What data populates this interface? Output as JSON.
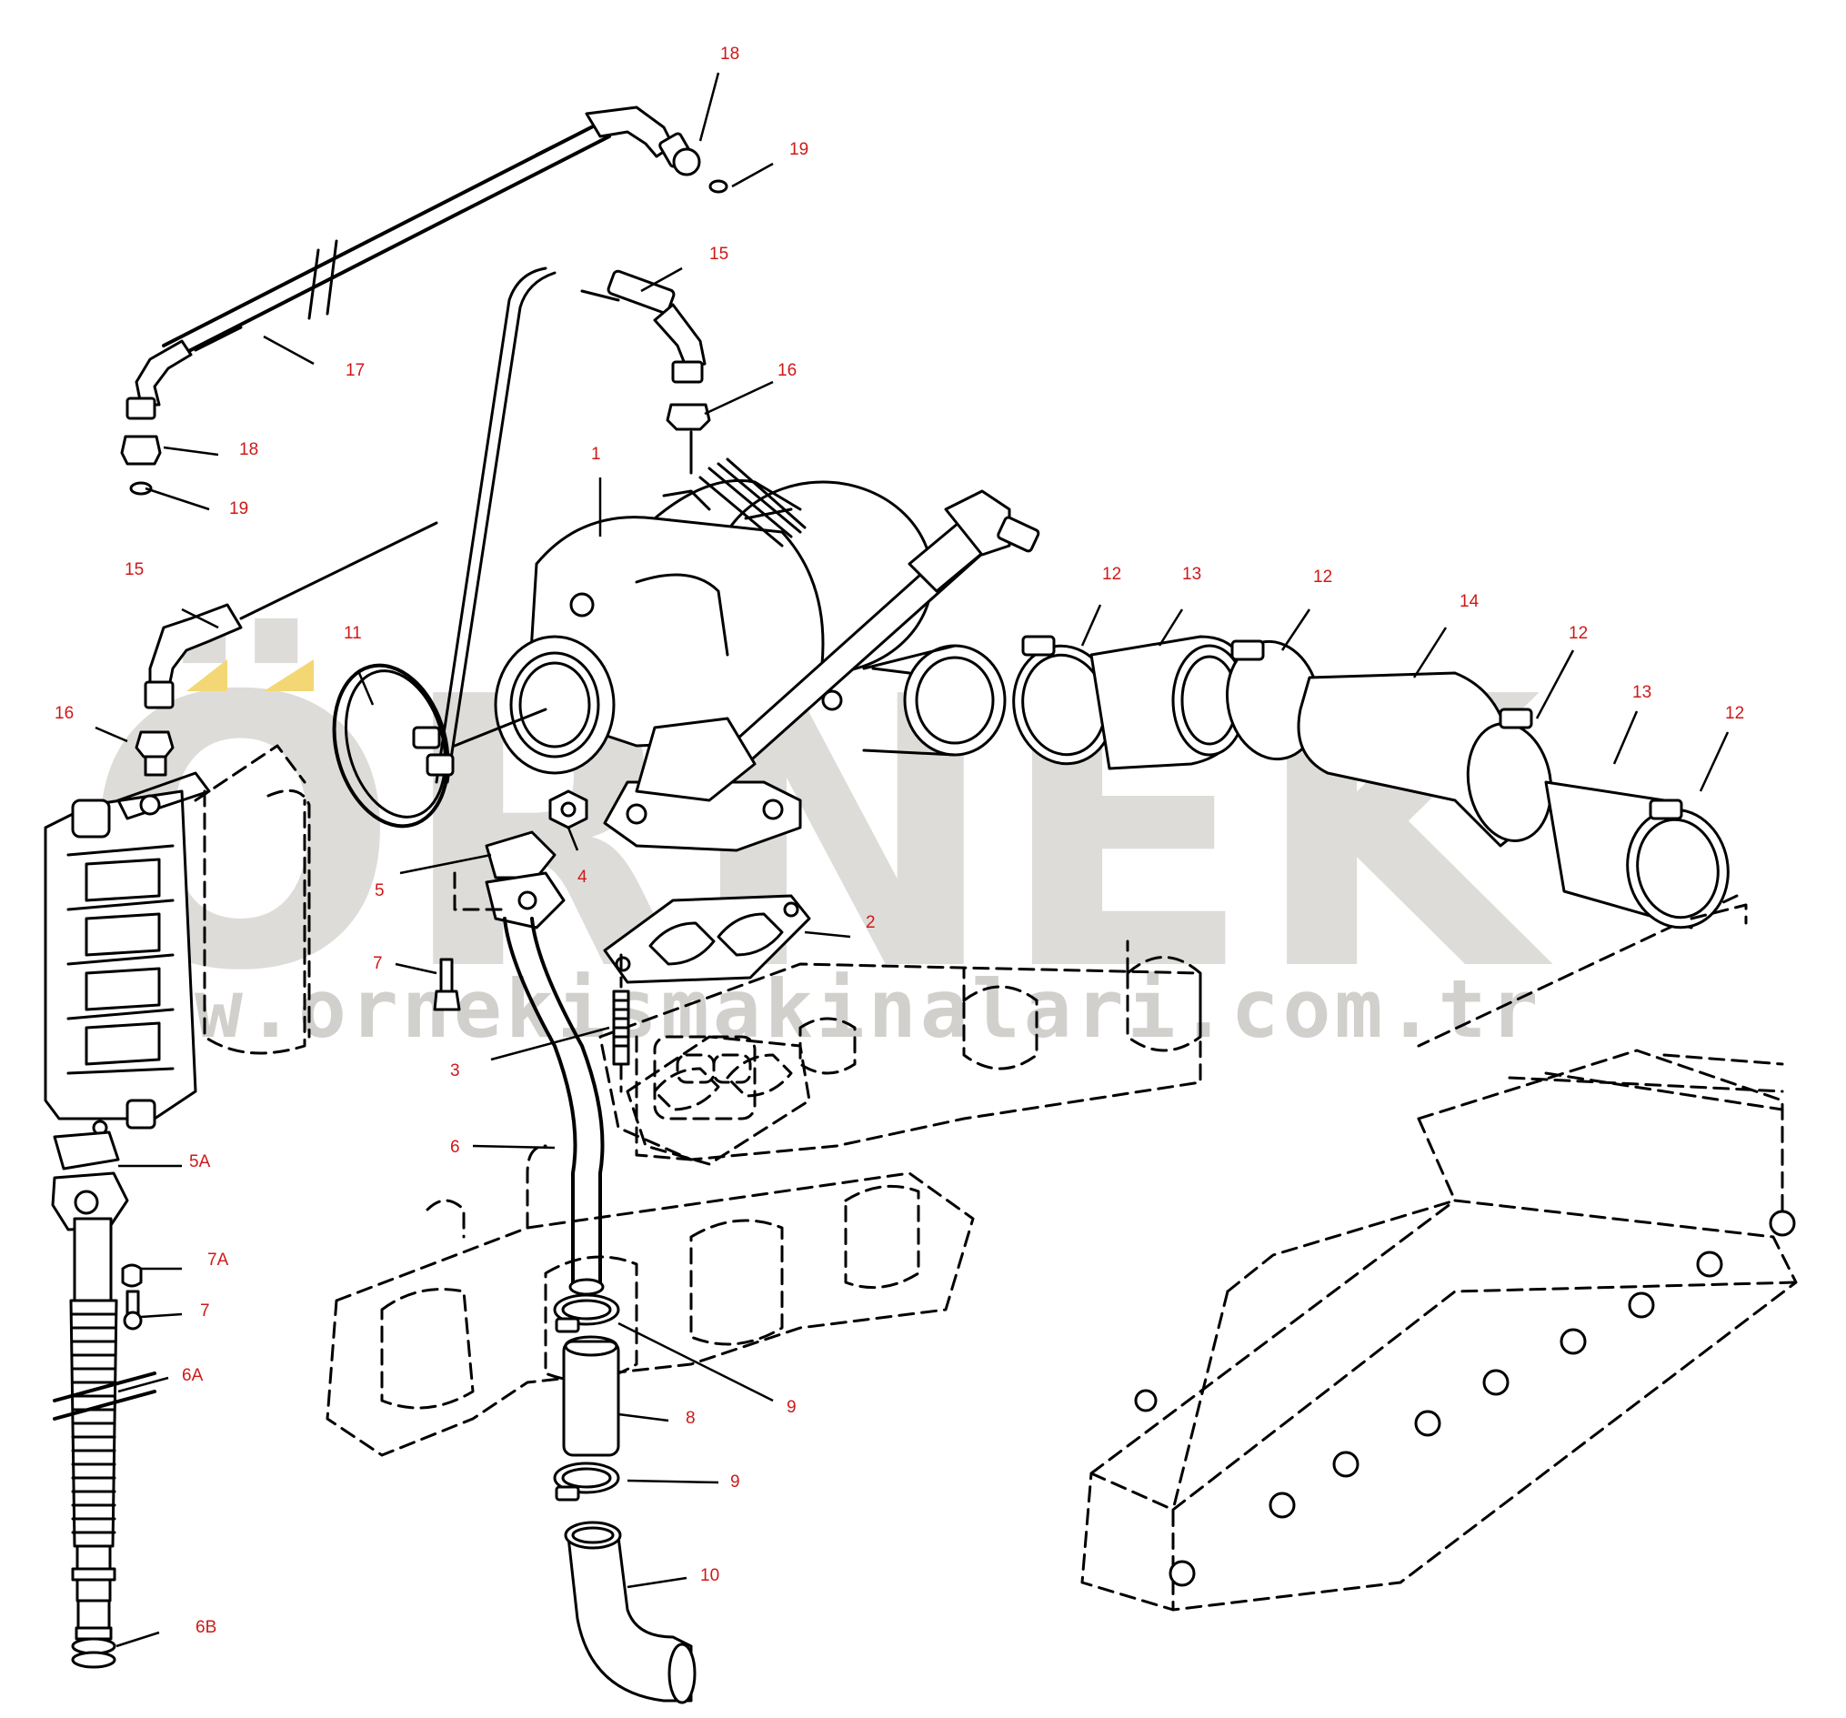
{
  "watermark": {
    "brand": "ÖRNEK",
    "url": "www.ornekismakinalari.com.tr",
    "accent_color": "#f3d774",
    "text_color": "#d9d6d3"
  },
  "callout_color": "#d01818",
  "callouts": [
    "18",
    "19",
    "15",
    "16",
    "17",
    "18",
    "19",
    "1",
    "15",
    "16",
    "11",
    "12",
    "13",
    "12",
    "14",
    "12",
    "13",
    "12",
    "4",
    "5",
    "2",
    "7",
    "3",
    "6",
    "5A",
    "7A",
    "7",
    "6A",
    "9",
    "8",
    "9",
    "10",
    "6B"
  ]
}
